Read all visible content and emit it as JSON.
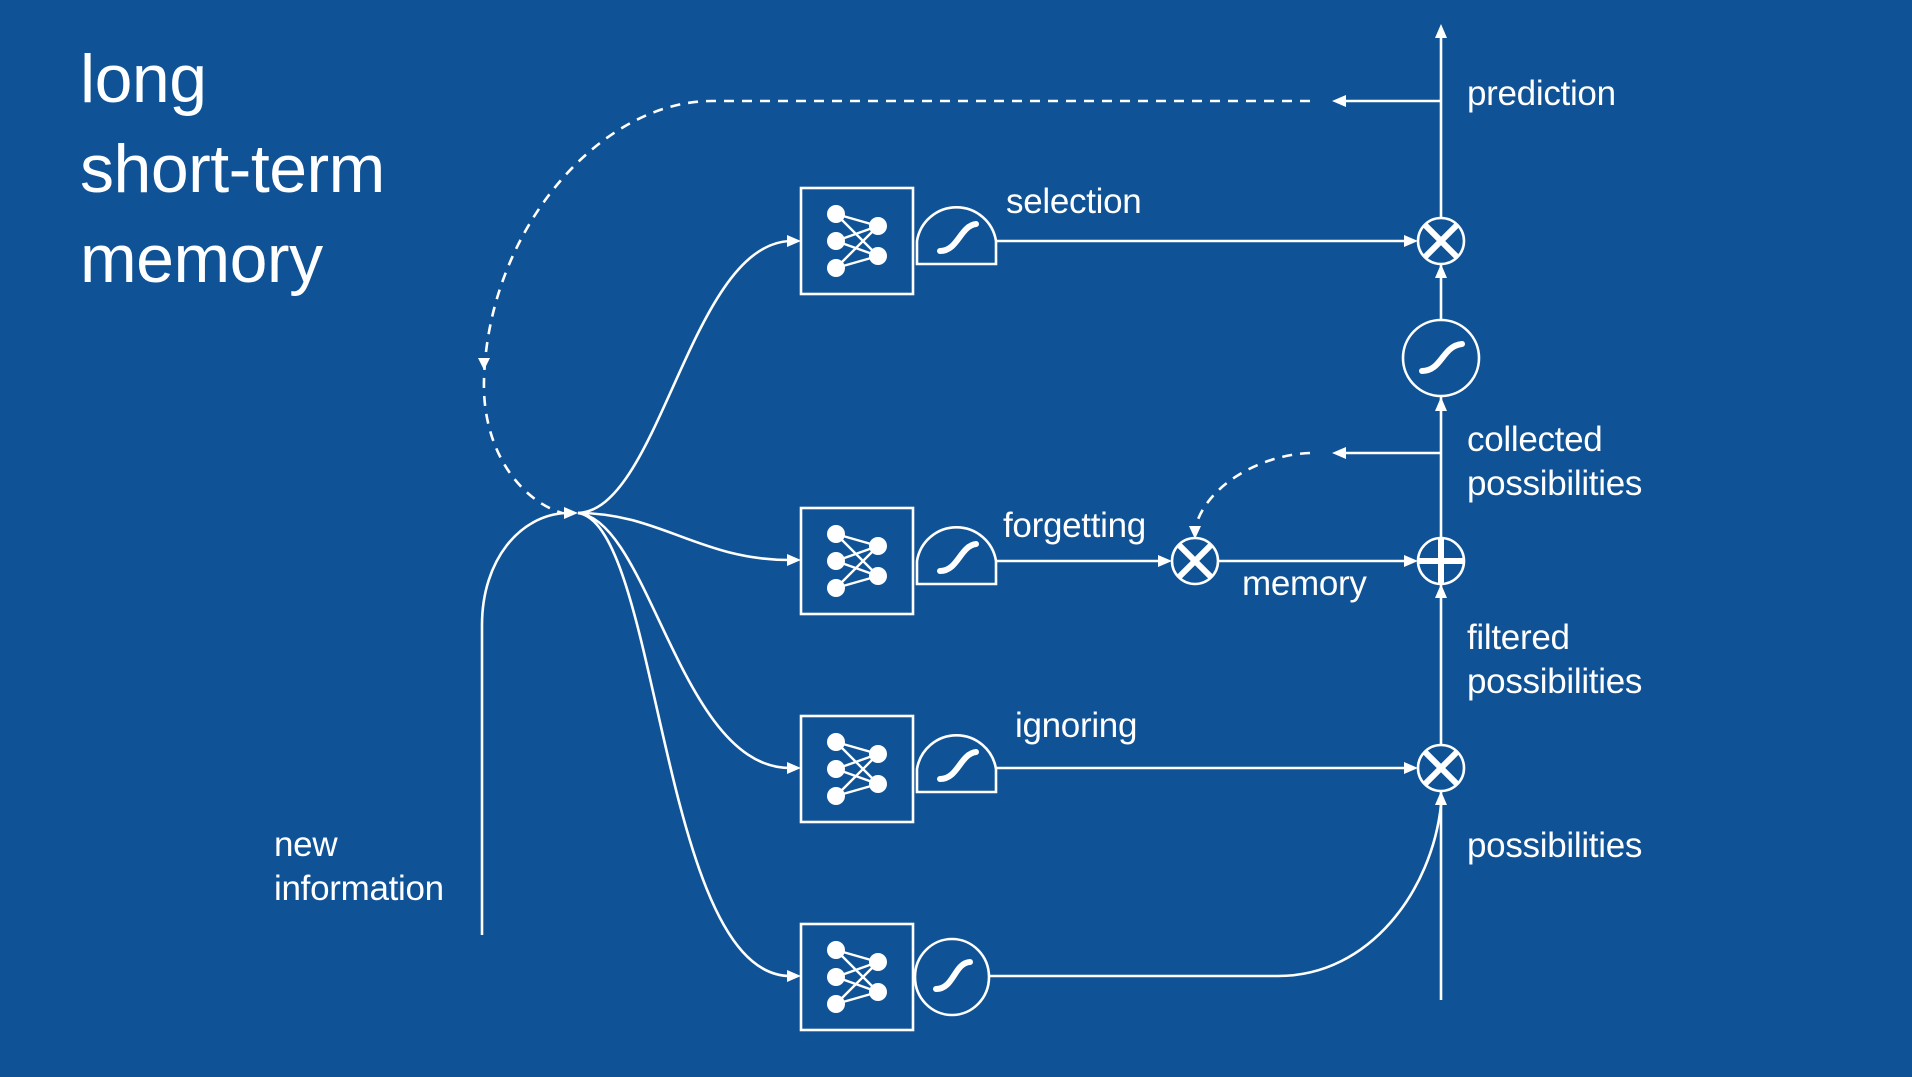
{
  "title": {
    "lines": [
      "long",
      "short-term",
      "memory"
    ]
  },
  "colors": {
    "background": "#0f5296",
    "foreground": "#ffffff"
  },
  "labels": {
    "prediction": "prediction",
    "selection": "selection",
    "forgetting": "forgetting",
    "memory": "memory",
    "ignoring": "ignoring",
    "collected_possibilities": [
      "collected",
      "possibilities"
    ],
    "filtered_possibilities": [
      "filtered",
      "possibilities"
    ],
    "possibilities": "possibilities",
    "new_information": [
      "new",
      "information"
    ]
  },
  "components": {
    "neural_net_blocks": [
      "selection-gate-network",
      "forgetting-gate-network",
      "ignoring-gate-network",
      "possibilities-network"
    ],
    "squash_functions": [
      "sigmoid-selection",
      "sigmoid-forgetting",
      "sigmoid-ignoring",
      "tanh-possibilities",
      "tanh-memory-output"
    ],
    "operators": [
      "multiply-selection",
      "add-memory",
      "multiply-ignoring",
      "multiply-forgetting"
    ]
  }
}
